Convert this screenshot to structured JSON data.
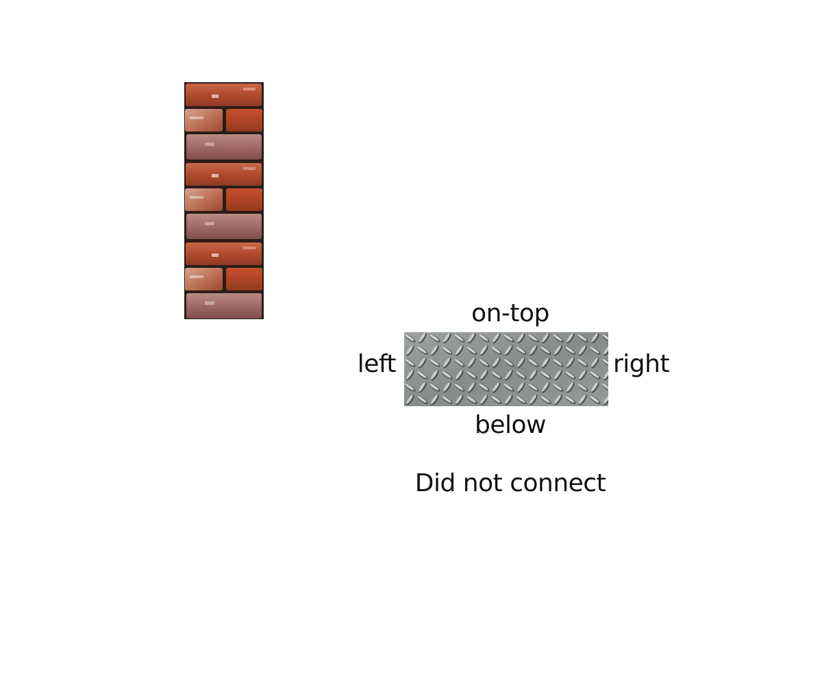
{
  "scene": {
    "labels": {
      "top": "on-top",
      "left": "left",
      "right": "right",
      "below": "below"
    },
    "status": "Did not connect"
  },
  "pieces": {
    "brick_column": {
      "texture": "red-brick",
      "colors": {
        "mortar": "#2a1d16",
        "brick": "#b5502f",
        "brick_light": "#c97a5c",
        "brick_pale": "#a9786f"
      }
    },
    "metal_plate": {
      "texture": "diamond-plate-steel",
      "colors": {
        "base": "#8d9090",
        "ridge_light": "#d9dcdc",
        "ridge_dark": "#3f4444"
      }
    }
  }
}
